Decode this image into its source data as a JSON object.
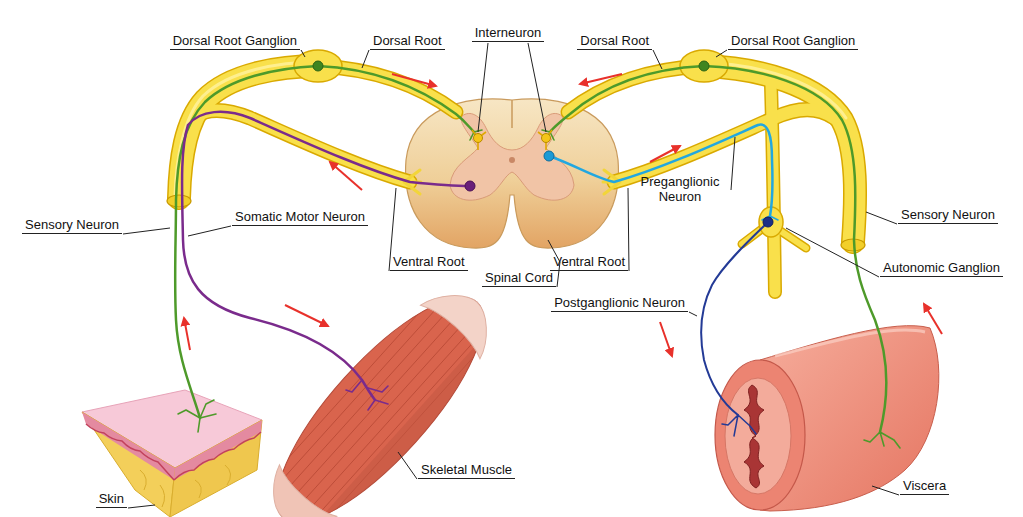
{
  "diagram": {
    "labels": [
      "Dorsal Root Ganglion",
      "Dorsal Root",
      "Interneuron",
      "Dorsal Root",
      "Dorsal Root Ganglion",
      "Preganglionic Neuron",
      "Sensory Neuron",
      "Somatic Motor Neuron",
      "Sensory Neuron",
      "Ventral Root",
      "Ventral Root",
      "Spinal Cord",
      "Autonomic Ganglion",
      "Postganglionic Neuron",
      "Skeletal Muscle",
      "Viscera",
      "Skin"
    ]
  }
}
